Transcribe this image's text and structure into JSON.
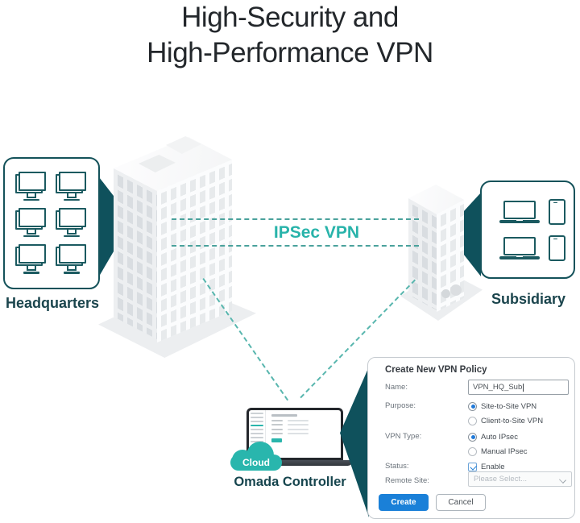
{
  "title": {
    "line1": "High-Security and",
    "line2": "High-Performance VPN"
  },
  "diagram": {
    "headquarters": {
      "label": "Headquarters",
      "monitor_count": 6
    },
    "subsidiary": {
      "label": "Subsidiary",
      "laptop_count": 2,
      "smartphone_count": 2
    },
    "vpn_link_label": "IPSec VPN",
    "controller": {
      "cloud_label": "Cloud",
      "label": "Omada Controller"
    }
  },
  "dialog": {
    "title": "Create New VPN Policy",
    "name": {
      "label": "Name:",
      "value": "VPN_HQ_Sub"
    },
    "purpose": {
      "label": "Purpose:",
      "options": [
        {
          "label": "Site-to-Site VPN",
          "selected": true
        },
        {
          "label": "Client-to-Site VPN",
          "selected": false
        }
      ]
    },
    "vpn_type": {
      "label": "VPN Type:",
      "options": [
        {
          "label": "Auto IPsec",
          "selected": true
        },
        {
          "label": "Manual IPsec",
          "selected": false
        }
      ]
    },
    "status": {
      "label": "Status:",
      "checkbox_label": "Enable",
      "checked": true
    },
    "remote_site": {
      "label": "Remote Site:",
      "placeholder": "Please Select..."
    },
    "buttons": {
      "create": "Create",
      "cancel": "Cancel"
    }
  },
  "colors": {
    "accent_teal": "#29b4ab",
    "dark_teal": "#0f515c",
    "icon_stroke_teal": "#1b5a60",
    "dashed_line_teal": "#4aa29c",
    "zone_label_dark": "#1b454d",
    "button_blue": "#1a80d8",
    "title_text": "#23272b"
  },
  "icons": {
    "monitor-icon": "css-shape desktop monitor",
    "laptop-icon": "css-shape laptop",
    "smartphone-icon": "css-shape smartphone",
    "cloud-icon": "css-shape cloud",
    "chevron-down-icon": "css-shape chevron",
    "check-icon": "css-shape checkmark",
    "radio-dot-icon": "css-shape radio dot",
    "text-cursor": "css-shape caret"
  }
}
